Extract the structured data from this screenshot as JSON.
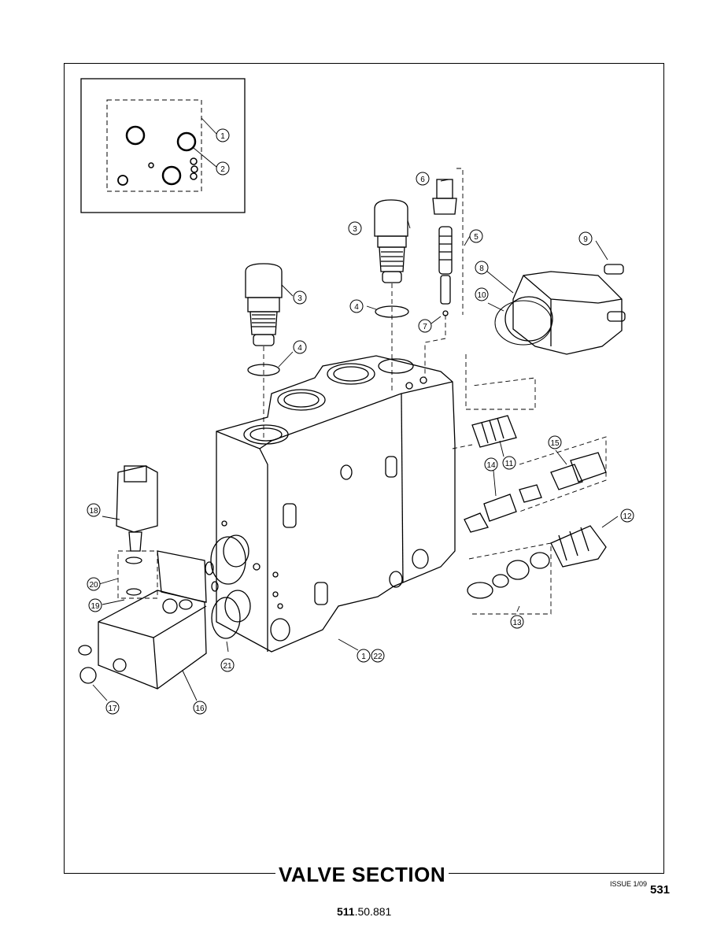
{
  "title": "VALVE SECTION",
  "issue": "ISSUE 1/09",
  "page_number": "531",
  "part_number_bold": "511",
  "part_number_rest": ".50.881",
  "callouts": [
    "1",
    "2",
    "3",
    "3",
    "4",
    "4",
    "5",
    "6",
    "7",
    "8",
    "9",
    "10",
    "11",
    "12",
    "13",
    "14",
    "15",
    "16",
    "17",
    "18",
    "19",
    "20",
    "21",
    "1",
    "22"
  ]
}
